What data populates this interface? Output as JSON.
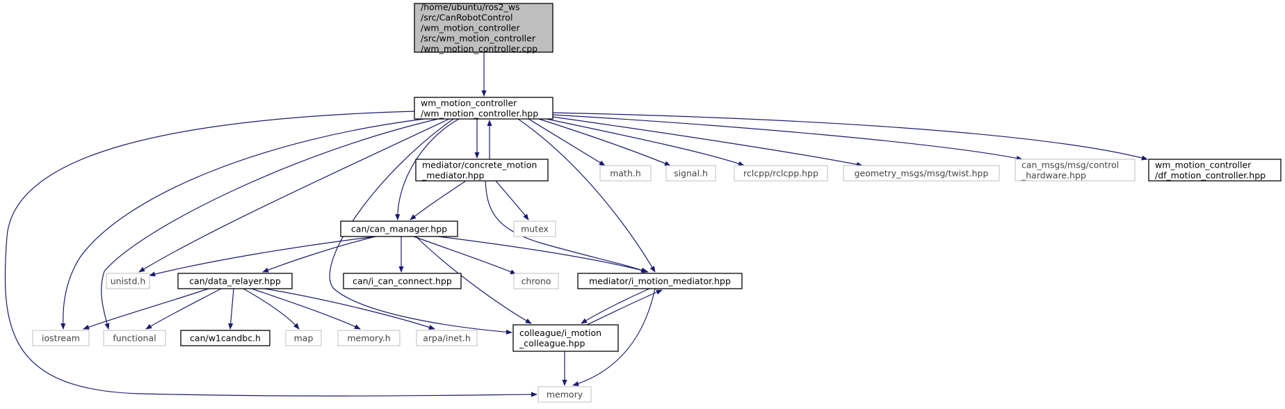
{
  "colors": {
    "edge": "#191970",
    "internal_border": "#000000",
    "external_border": "#bfbfbf",
    "root_fill": "#bfbfbf",
    "external_text": "#444444",
    "node_text": "#000000"
  },
  "nodes": {
    "root": {
      "lines": [
        "/home/ubuntu/ros2_ws",
        "/src/CanRobotControl",
        "/wm_motion_controller",
        "/src/wm_motion_controller",
        "/wm_motion_controller.cpp"
      ],
      "kind": "root"
    },
    "wm_hpp": {
      "lines": [
        "wm_motion_controller",
        "/wm_motion_controller.hpp"
      ],
      "kind": "internal"
    },
    "concrete": {
      "lines": [
        "mediator/concrete_motion",
        "_mediator.hpp"
      ],
      "kind": "internal"
    },
    "math": {
      "lines": [
        "math.h"
      ],
      "kind": "external"
    },
    "signal": {
      "lines": [
        "signal.h"
      ],
      "kind": "external"
    },
    "rclcpp": {
      "lines": [
        "rclcpp/rclcpp.hpp"
      ],
      "kind": "external"
    },
    "twist": {
      "lines": [
        "geometry_msgs/msg/twist.hpp"
      ],
      "kind": "external"
    },
    "canmsgs": {
      "lines": [
        "can_msgs/msg/control",
        "_hardware.hpp"
      ],
      "kind": "external"
    },
    "df": {
      "lines": [
        "wm_motion_controller",
        "/df_motion_controller.hpp"
      ],
      "kind": "internal"
    },
    "mutex": {
      "lines": [
        "mutex"
      ],
      "kind": "external"
    },
    "canmgr": {
      "lines": [
        "can/can_manager.hpp"
      ],
      "kind": "internal"
    },
    "unistd": {
      "lines": [
        "unistd.h"
      ],
      "kind": "external"
    },
    "relayer": {
      "lines": [
        "can/data_relayer.hpp"
      ],
      "kind": "internal"
    },
    "iconnect": {
      "lines": [
        "can/i_can_connect.hpp"
      ],
      "kind": "internal"
    },
    "chrono": {
      "lines": [
        "chrono"
      ],
      "kind": "external"
    },
    "imediator": {
      "lines": [
        "mediator/i_motion_mediator.hpp"
      ],
      "kind": "internal"
    },
    "iostream": {
      "lines": [
        "iostream"
      ],
      "kind": "external"
    },
    "functional": {
      "lines": [
        "functional"
      ],
      "kind": "external"
    },
    "w1candbc": {
      "lines": [
        "can/w1candbc.h"
      ],
      "kind": "internal"
    },
    "map": {
      "lines": [
        "map"
      ],
      "kind": "external"
    },
    "memoryh": {
      "lines": [
        "memory.h"
      ],
      "kind": "external"
    },
    "inet": {
      "lines": [
        "arpa/inet.h"
      ],
      "kind": "external"
    },
    "colleague": {
      "lines": [
        "colleague/i_motion",
        "_colleague.hpp"
      ],
      "kind": "internal"
    },
    "memory": {
      "lines": [
        "memory"
      ],
      "kind": "external"
    }
  },
  "edges": [
    [
      "root",
      "wm_hpp"
    ],
    [
      "wm_hpp",
      "concrete"
    ],
    [
      "concrete",
      "wm_hpp"
    ],
    [
      "wm_hpp",
      "math"
    ],
    [
      "wm_hpp",
      "signal"
    ],
    [
      "wm_hpp",
      "rclcpp"
    ],
    [
      "wm_hpp",
      "twist"
    ],
    [
      "wm_hpp",
      "canmsgs"
    ],
    [
      "wm_hpp",
      "df"
    ],
    [
      "wm_hpp",
      "canmgr"
    ],
    [
      "wm_hpp",
      "imediator"
    ],
    [
      "wm_hpp",
      "colleague"
    ],
    [
      "wm_hpp",
      "unistd"
    ],
    [
      "wm_hpp",
      "functional"
    ],
    [
      "wm_hpp",
      "iostream"
    ],
    [
      "wm_hpp",
      "memory"
    ],
    [
      "concrete",
      "canmgr"
    ],
    [
      "concrete",
      "mutex"
    ],
    [
      "concrete",
      "imediator"
    ],
    [
      "canmgr",
      "unistd"
    ],
    [
      "canmgr",
      "relayer"
    ],
    [
      "canmgr",
      "iconnect"
    ],
    [
      "canmgr",
      "chrono"
    ],
    [
      "canmgr",
      "imediator"
    ],
    [
      "canmgr",
      "colleague"
    ],
    [
      "relayer",
      "iostream"
    ],
    [
      "relayer",
      "functional"
    ],
    [
      "relayer",
      "w1candbc"
    ],
    [
      "relayer",
      "map"
    ],
    [
      "relayer",
      "memoryh"
    ],
    [
      "relayer",
      "inet"
    ],
    [
      "imediator",
      "colleague"
    ],
    [
      "colleague",
      "imediator"
    ],
    [
      "imediator",
      "memory"
    ],
    [
      "colleague",
      "memory"
    ]
  ]
}
